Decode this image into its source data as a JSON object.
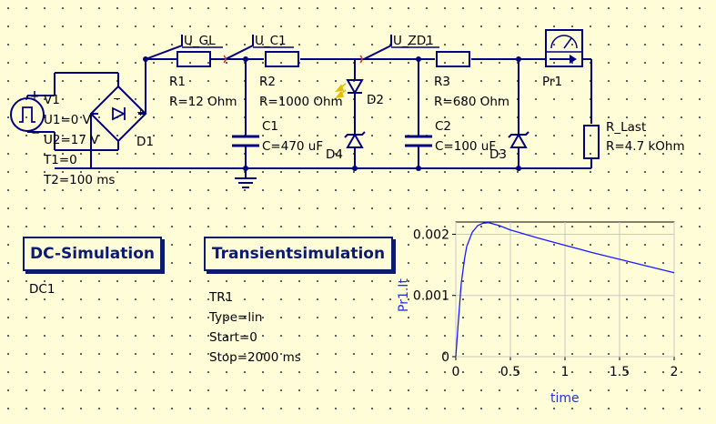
{
  "schematic": {
    "wire_labels": [
      "U_GL",
      "U_C1",
      "U_ZD1"
    ],
    "components": [
      {
        "id": "V1",
        "params": [
          "U1=0 V",
          "U2=17 V",
          "T1=0",
          "T2=100 ms"
        ]
      },
      {
        "id": "D1",
        "params": []
      },
      {
        "id": "R1",
        "params": [
          "R=12 Ohm"
        ]
      },
      {
        "id": "R2",
        "params": [
          "R=1000 Ohm"
        ]
      },
      {
        "id": "C1",
        "params": [
          "C=470 uF"
        ]
      },
      {
        "id": "D2",
        "params": []
      },
      {
        "id": "D4",
        "params": []
      },
      {
        "id": "R3",
        "params": [
          "R=680 Ohm"
        ]
      },
      {
        "id": "C2",
        "params": [
          "C=100 uF"
        ]
      },
      {
        "id": "D3",
        "params": []
      },
      {
        "id": "Pr1",
        "params": []
      },
      {
        "id": "R_Last",
        "params": [
          "R=4.7 kOhm"
        ]
      }
    ],
    "polarity": {
      "plus": "+",
      "minus": "−"
    }
  },
  "simulations": [
    {
      "title": "DC-Simulation",
      "name": "DC1",
      "params": []
    },
    {
      "title": "Transientsimulation",
      "name": "TR1",
      "params": [
        "Type=lin",
        "Start=0",
        "Stop=2000 ms"
      ]
    }
  ],
  "chart_data": {
    "type": "line",
    "title": "",
    "xlabel": "time",
    "ylabel": "Pr1.It",
    "xlim": [
      0,
      2
    ],
    "ylim": [
      0,
      0.0022
    ],
    "x_ticks": [
      "0",
      "0.5",
      "1",
      "1.5",
      "2"
    ],
    "y_ticks": [
      "0",
      "0.001",
      "0.002"
    ],
    "series": [
      {
        "color": "#1a1aff",
        "x": [
          0,
          0.02,
          0.05,
          0.08,
          0.1,
          0.15,
          0.2,
          0.25,
          0.3,
          0.4,
          0.5,
          0.75,
          1.0,
          1.25,
          1.5,
          1.75,
          2.0
        ],
        "y": [
          0,
          0.0005,
          0.0012,
          0.0016,
          0.0018,
          0.00203,
          0.00214,
          0.00218,
          0.00219,
          0.00214,
          0.00207,
          0.00194,
          0.00182,
          0.0017,
          0.00159,
          0.00148,
          0.00137
        ]
      }
    ],
    "grid": true
  },
  "colors": {
    "wire": "#000080",
    "label_blue": "#2233dd",
    "background": "#fffcd8"
  }
}
